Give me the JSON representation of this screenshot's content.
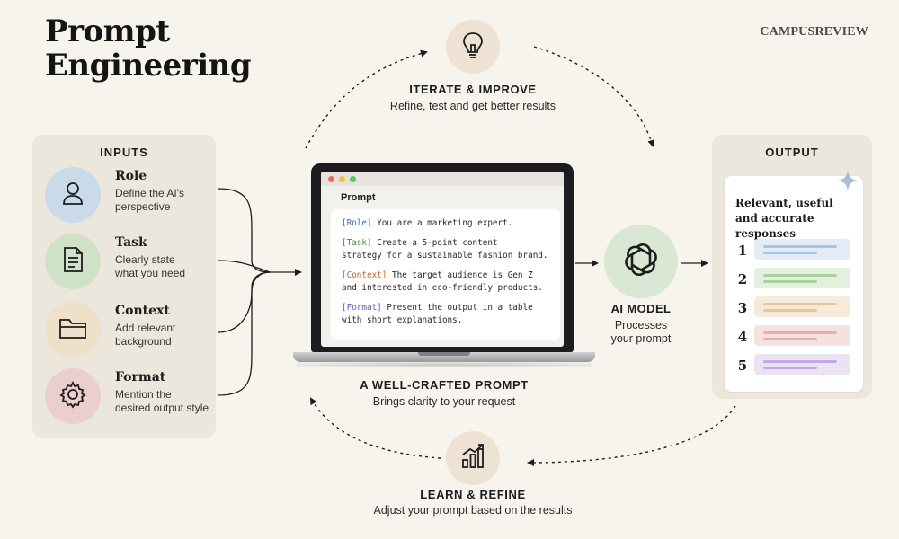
{
  "title": {
    "line1": "Prompt",
    "line2": "Engineering"
  },
  "brand": "CAMPUSREVIEW",
  "iterate": {
    "heading": "ITERATE & IMPROVE",
    "subtitle": "Refine, test and get better results",
    "icon": "lightbulb-icon"
  },
  "learn": {
    "heading": "LEARN & REFINE",
    "subtitle": "Adjust your prompt based on the results",
    "icon": "bar-chart-icon"
  },
  "inputs": {
    "heading": "INPUTS",
    "items": [
      {
        "name": "Role",
        "desc_line1": "Define the AI's",
        "desc_line2": "perspective",
        "icon": "person-icon",
        "color": "#c9dbe9"
      },
      {
        "name": "Task",
        "desc_line1": "Clearly state",
        "desc_line2": "what you need",
        "icon": "document-icon",
        "color": "#cfe2c7"
      },
      {
        "name": "Context",
        "desc_line1": "Add relevant",
        "desc_line2": "background",
        "icon": "folder-icon",
        "color": "#eee0c9"
      },
      {
        "name": "Format",
        "desc_line1": "Mention the",
        "desc_line2": "desired output style",
        "icon": "gear-icon",
        "color": "#ebcfcd"
      }
    ]
  },
  "prompt": {
    "label": "Prompt",
    "lines": [
      {
        "tag": "[Role]",
        "text": " You are a marketing expert.",
        "color": "#3b6fb4"
      },
      {
        "tag": "[Task]",
        "text": " Create a 5-point content",
        "color": "#3d8a4a"
      },
      {
        "tag": "",
        "text": "strategy for a sustainable fashion brand."
      },
      {
        "tag": "[Context]",
        "text": " The target audience is Gen Z",
        "color": "#c0642a"
      },
      {
        "tag": "",
        "text": "and interested in eco-friendly products."
      },
      {
        "tag": "[Format]",
        "text": " Present the output in a table",
        "color": "#7a4fb7"
      },
      {
        "tag": "",
        "text": "with short explanations."
      }
    ]
  },
  "laptop": {
    "heading": "A WELL-CRAFTED PROMPT",
    "subtitle": "Brings clarity to your request"
  },
  "ai_model": {
    "heading": "AI MODEL",
    "subtitle_line1": "Processes",
    "subtitle_line2": "your prompt",
    "icon": "openai-logo-icon"
  },
  "output": {
    "heading": "OUTPUT",
    "card_line1": "Relevant, useful",
    "card_line2": "and accurate responses",
    "items": [
      {
        "num": "1",
        "bg": "#e3ecf6",
        "line": "#a9c3e4"
      },
      {
        "num": "2",
        "bg": "#e4f0df",
        "line": "#a9d19c"
      },
      {
        "num": "3",
        "bg": "#f6ebdb",
        "line": "#e6c79a"
      },
      {
        "num": "4",
        "bg": "#f5e2e0",
        "line": "#e2b1ac"
      },
      {
        "num": "5",
        "bg": "#ebe3f4",
        "line": "#c2a9e3"
      }
    ]
  }
}
